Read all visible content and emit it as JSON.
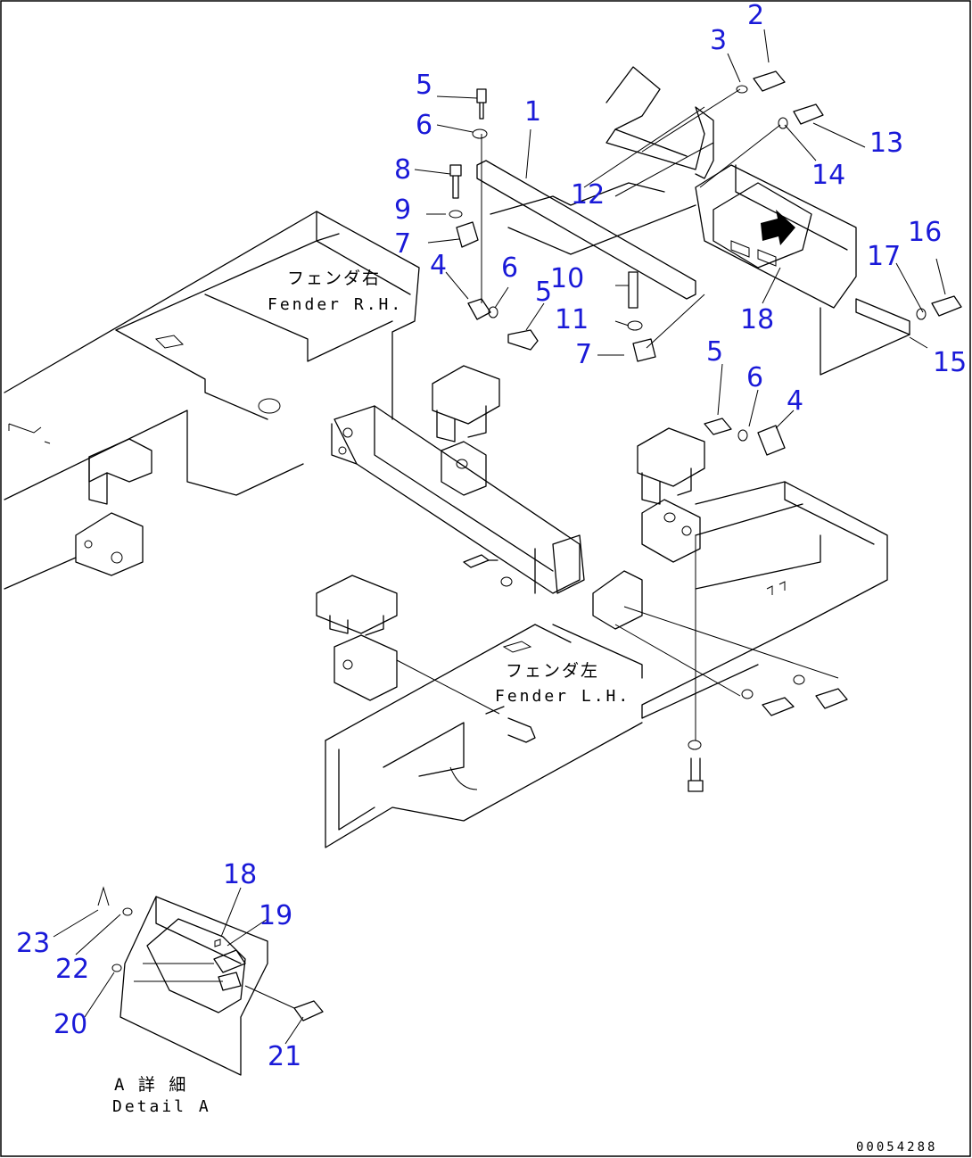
{
  "callouts": [
    "1",
    "2",
    "3",
    "4",
    "5",
    "6",
    "7",
    "8",
    "9",
    "10",
    "11",
    "12",
    "13",
    "14",
    "15",
    "16",
    "17",
    "18",
    "19",
    "20",
    "21",
    "22",
    "23"
  ],
  "labels": {
    "fender_rh_jp": "フェンダ右",
    "fender_rh_en": "Fender R.H.",
    "fender_lh_jp": "フェンダ左",
    "fender_lh_en": "Fender L.H.",
    "detail_a_jp": "A 詳 細",
    "detail_a_en": "Detail A",
    "drawing_code": "00054288"
  },
  "colors": {
    "callout": "#1a1ad8",
    "line": "#000000"
  }
}
